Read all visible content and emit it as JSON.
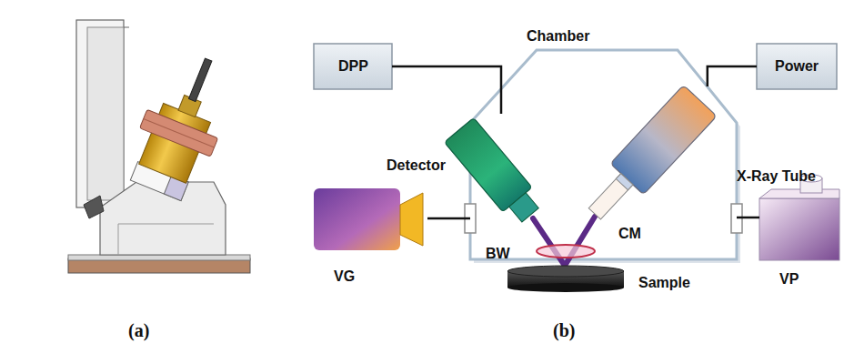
{
  "diagram": {
    "nodes": [
      {
        "text": [
          "Chamber"
        ]
      },
      {
        "text": [
          "DPP"
        ]
      },
      {
        "text": [
          "Power"
        ]
      },
      {
        "text": [
          "Detector"
        ],
        "in": 0
      },
      {
        "text": [
          "X-Ray Tube"
        ],
        "in": 0
      },
      {
        "text": [
          "VG"
        ]
      },
      {
        "text": [
          "VP"
        ]
      },
      {
        "text": [
          "Sample"
        ]
      }
    ],
    "edges": [
      {
        "from": 1,
        "to": 3,
        "arrow": "none"
      },
      {
        "from": 2,
        "to": 4,
        "arrow": "none"
      },
      {
        "from": 5,
        "to": 0,
        "arrow": "none"
      },
      {
        "from": 0,
        "to": 6,
        "arrow": "none"
      }
    ],
    "labels": [
      "(a)",
      "(b)",
      "BW",
      "CM"
    ]
  }
}
